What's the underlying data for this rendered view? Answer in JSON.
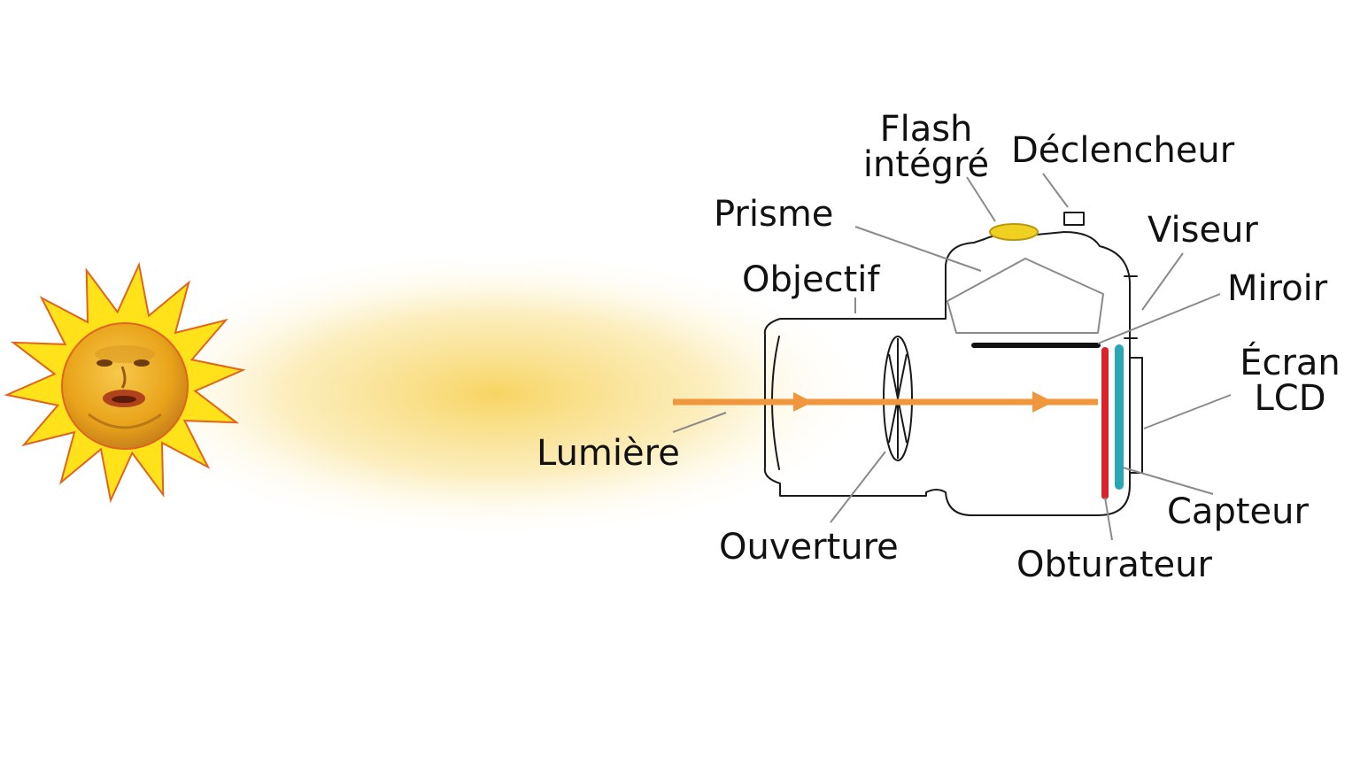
{
  "colors": {
    "glow": "#f7d25a",
    "sun_ray": "#ffe21a",
    "sun_outline": "#e0641e",
    "face": "#f2b31c",
    "light_beam": "#f0963c",
    "outline": "#1a1a1a",
    "flash": "#f0d020",
    "shutter": "#d8232a",
    "sensor": "#2aa7b4",
    "mirror": "#111111",
    "leader": "#8a8a8a"
  },
  "icons": {
    "sun": "smiling-sun-face-icon",
    "camera": "dslr-camera-cross-section"
  },
  "labels": {
    "flash_line1": "Flash",
    "flash_line2": "intégré",
    "shutter_button": "Déclencheur",
    "prism": "Prisme",
    "viewfinder": "Viseur",
    "lens": "Objectif",
    "mirror": "Miroir",
    "lcd_line1": "Écran",
    "lcd_line2": "LCD",
    "light": "Lumière",
    "sensor": "Capteur",
    "aperture": "Ouverture",
    "shutter": "Obturateur"
  }
}
